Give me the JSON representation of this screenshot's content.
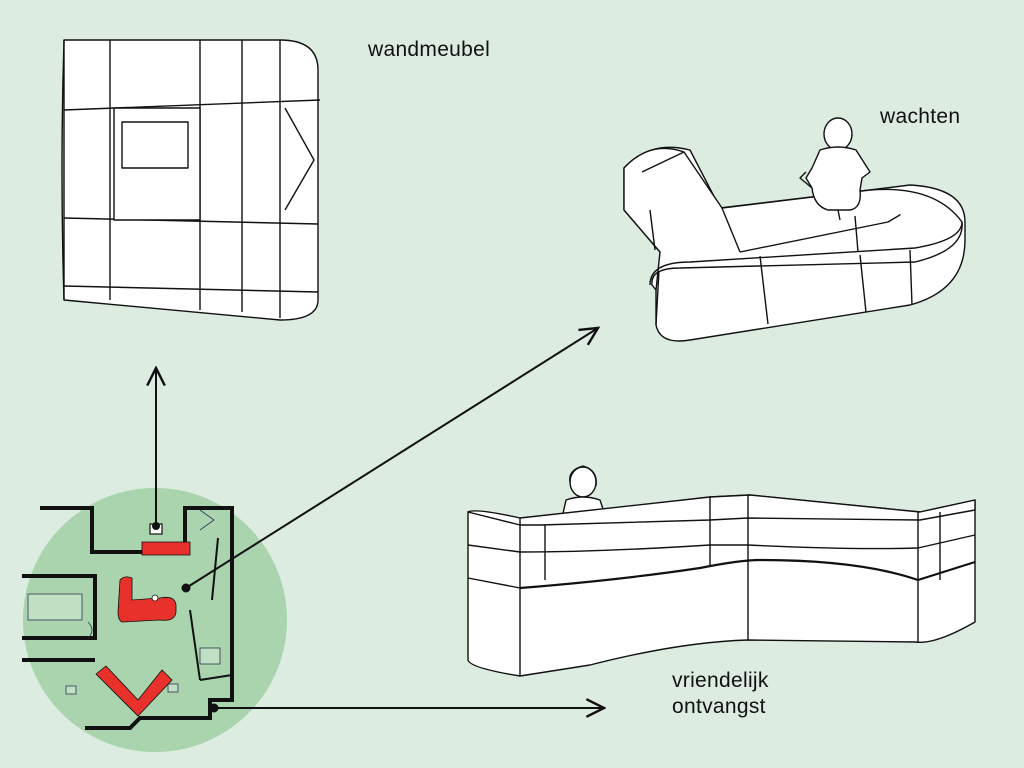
{
  "labels": {
    "wall_unit": "wandmeubel",
    "waiting": "wachten",
    "reception_line1": "vriendelijk",
    "reception_line2": "ontvangst"
  },
  "colors": {
    "background": "#dcece0",
    "plan_circle": "#a9d4ad",
    "highlight": "#e8312a",
    "line": "#111111",
    "furniture_fill": "#ffffff"
  }
}
